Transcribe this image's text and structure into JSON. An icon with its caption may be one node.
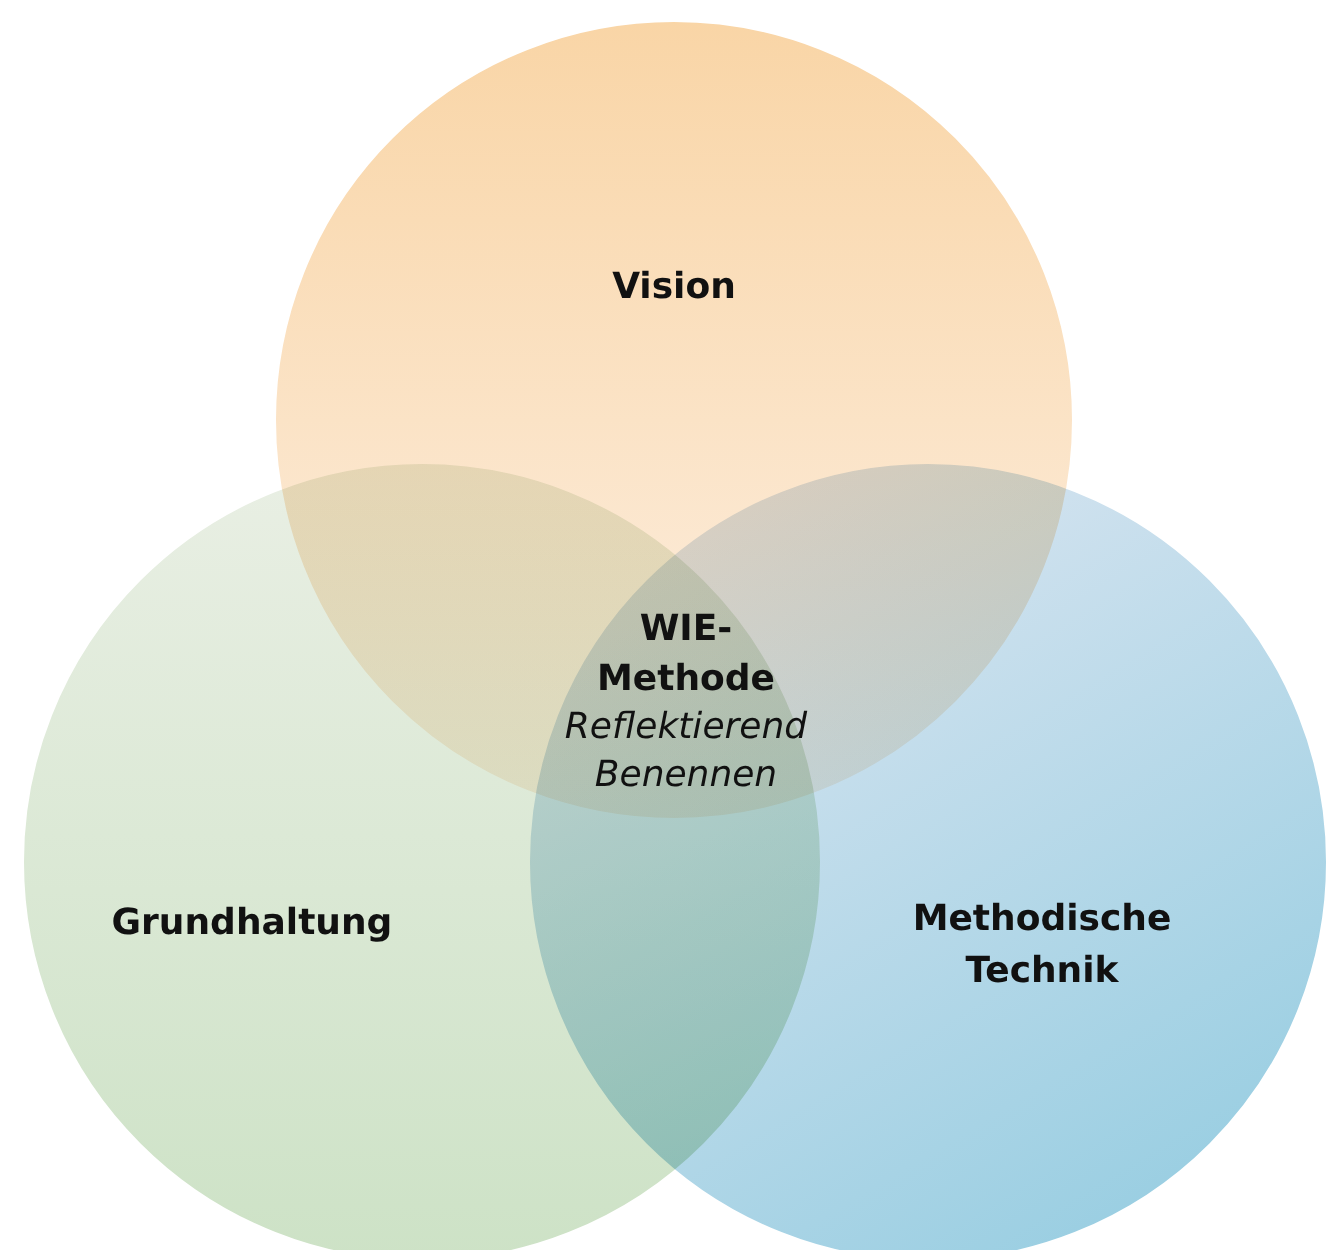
{
  "diagram": {
    "nodes": [
      {
        "text": [
          "Vision"
        ]
      },
      {
        "text": [
          "Grundhaltung"
        ]
      },
      {
        "text": [
          "Methodische Technik"
        ]
      },
      {
        "text": [
          "WIE- Methode",
          "Reflektierend Benennen"
        ]
      }
    ],
    "edges": []
  }
}
